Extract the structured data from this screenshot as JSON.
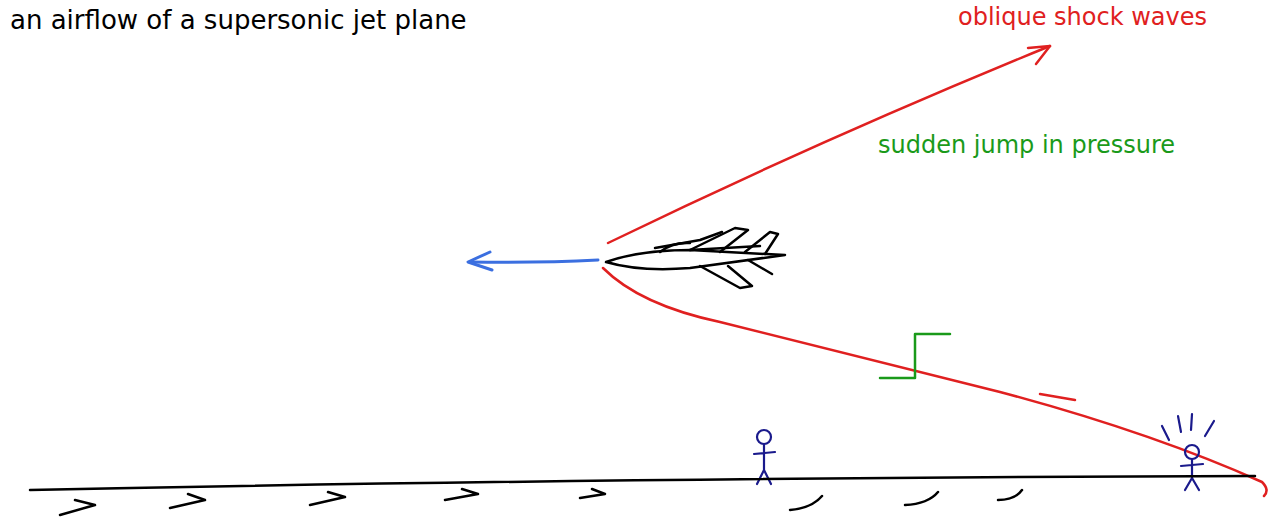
{
  "diagram": {
    "title": "an airflow of a supersonic jet plane",
    "labels": [
      "oblique shock waves",
      "sudden jump in pressure"
    ]
  }
}
